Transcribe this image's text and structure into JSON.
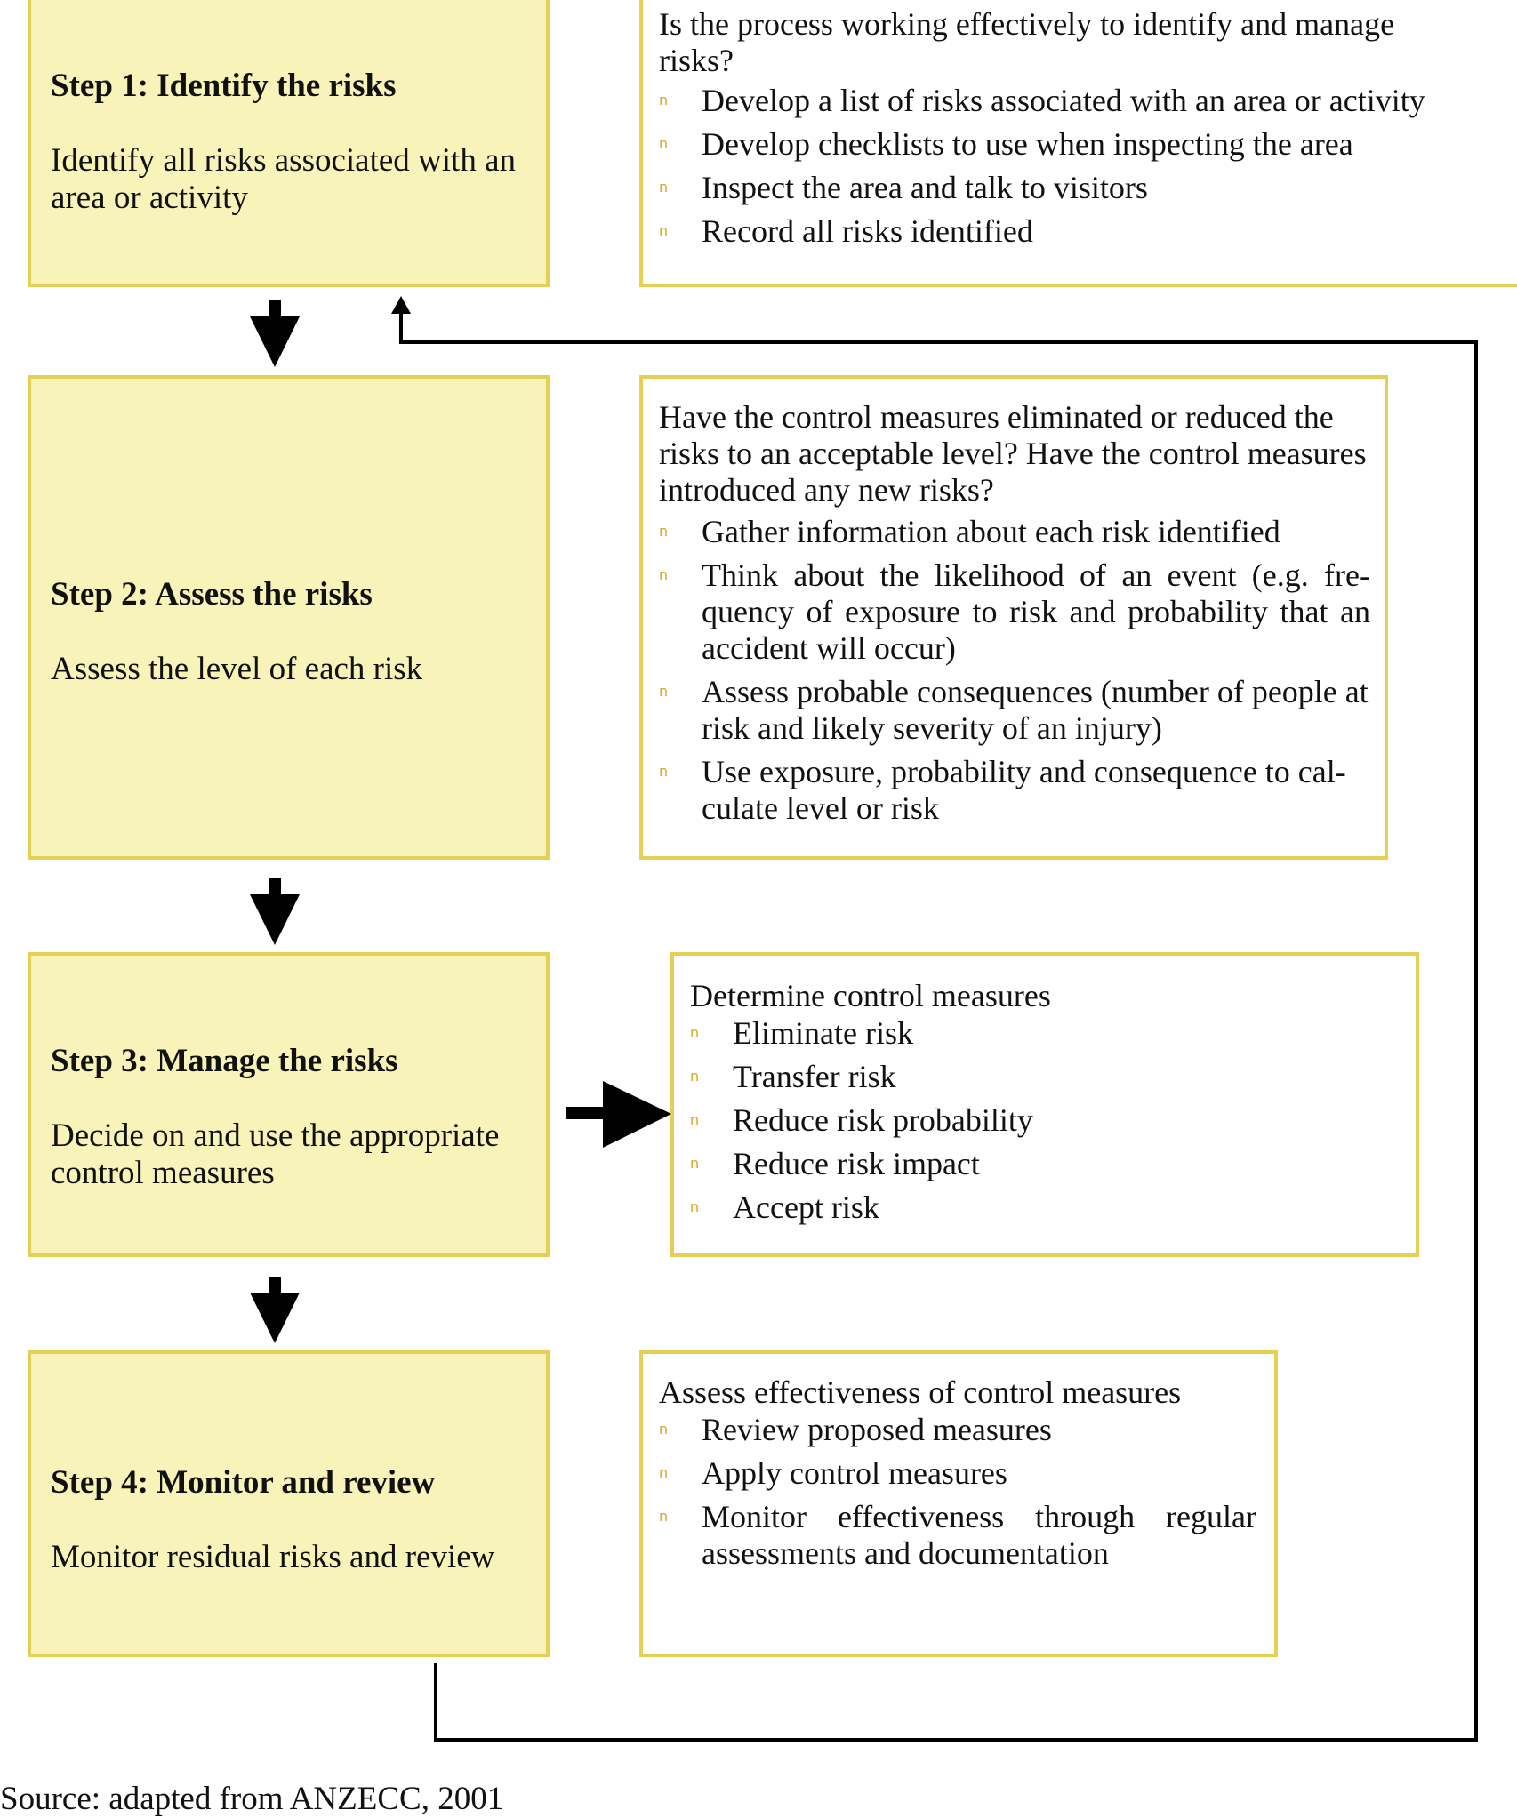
{
  "steps": [
    {
      "title": "Step 1: Identify the risks",
      "description": "Identify all risks associated with an area or activity"
    },
    {
      "title": "Step 2: Assess the risks",
      "description": "Assess the level of each risk"
    },
    {
      "title": "Step 3: Manage the risks",
      "description": "Decide on and use the appropriate control measures"
    },
    {
      "title": "Step 4: Monitor and review",
      "description": "Monitor residual risks and review"
    }
  ],
  "info_boxes": [
    {
      "intro": "Is the process working effectively to identify and manage risks?",
      "items": [
        "Develop a list of risks associated with an area or activity",
        "Develop checklists to use when inspecting the area",
        "Inspect the area and talk to visitors",
        "Record all risks identified"
      ]
    },
    {
      "intro": "Have the control measures eliminated or reduced the risks to an acceptable level? Have the control measures introduced any new risks?",
      "items": [
        "Gather information about each risk identified",
        "Think about the likelihood of an event (e.g. fre-quency of exposure to risk and probability that an accident will occur)",
        "Assess probable consequences (number of people at risk and likely severity of an injury)",
        "Use exposure, probability and consequence to cal-culate level or risk"
      ]
    },
    {
      "intro": "Determine control measures",
      "items": [
        "Eliminate risk",
        "Transfer risk",
        "Reduce risk probability",
        "Reduce risk impact",
        "Accept risk"
      ]
    },
    {
      "intro": "Assess effectiveness of control measures",
      "items": [
        "Review proposed measures",
        "Apply control measures",
        "Monitor effectiveness through regular assessments and documentation"
      ]
    }
  ],
  "bullet_glyph": "n",
  "source_note": "Source: adapted from ANZECC, 2001",
  "colors": {
    "step_fill": "#f8f3b9",
    "box_border": "#e5cf55",
    "bullet": "#d9a720",
    "arrow": "#000000"
  }
}
